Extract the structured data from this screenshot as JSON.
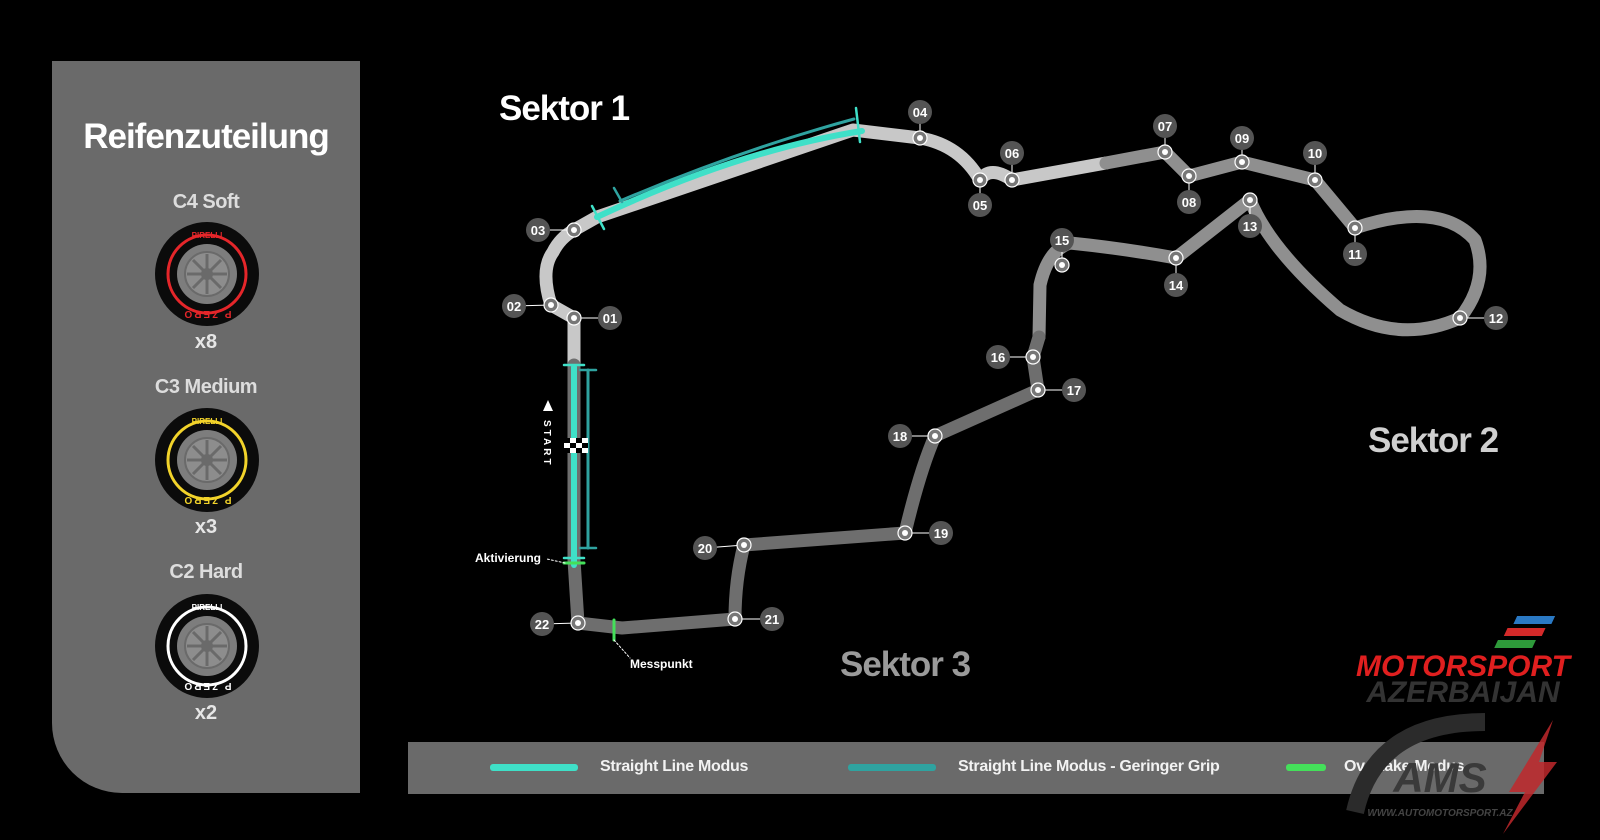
{
  "sidebar": {
    "title": "Reifenzuteilung",
    "tyres": [
      {
        "name": "C4 Soft",
        "count": "x8",
        "color": "#e5262a",
        "brand": "PIRELLI",
        "label": "P ZERO"
      },
      {
        "name": "C3 Medium",
        "count": "x3",
        "color": "#f2d32a",
        "brand": "PIRELLI",
        "label": "P ZERO"
      },
      {
        "name": "C2 Hard",
        "count": "x2",
        "color": "#ffffff",
        "brand": "PIRELLI",
        "label": "P ZERO"
      }
    ]
  },
  "map": {
    "sectors": {
      "s1": "Sektor 1",
      "s2": "Sektor 2",
      "s3": "Sektor 3"
    },
    "start_label": "START",
    "activation_label": "Aktivierung",
    "measure_label": "Messpunkt",
    "turns": [
      "01",
      "02",
      "03",
      "04",
      "05",
      "06",
      "07",
      "08",
      "09",
      "10",
      "11",
      "12",
      "13",
      "14",
      "15",
      "16",
      "17",
      "18",
      "19",
      "20",
      "21",
      "22"
    ],
    "colors": {
      "sector1": "#c8c8c8",
      "sector2": "#8f8f8f",
      "sector3": "#6e6e6e",
      "straight_line_mode": "#3fe0c8",
      "straight_line_low_grip": "#2fa3a0",
      "overtake_mode": "#44e05a"
    }
  },
  "legend": {
    "items": [
      {
        "label": "Straight Line Modus",
        "color": "#3fe0c8"
      },
      {
        "label": "Straight Line Modus - Geringer Grip",
        "color": "#2fa3a0"
      },
      {
        "label": "Overtake Modus",
        "color": "#44e05a"
      }
    ]
  },
  "watermark": {
    "line1": "MOTORSPORT",
    "line2": "AZERBAIJAN",
    "logo": "AMS",
    "url": "WWW.AUTOMOTORSPORT.AZ"
  }
}
